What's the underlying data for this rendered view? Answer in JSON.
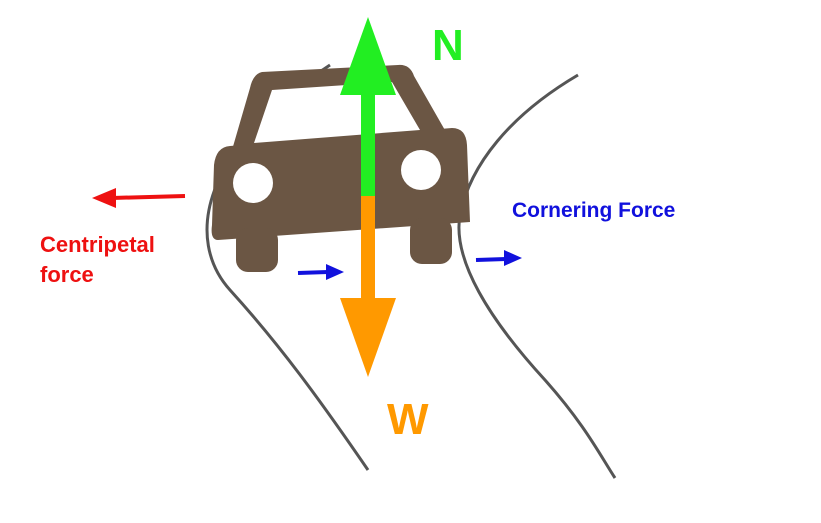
{
  "colors": {
    "car": "#6b5644",
    "normal": "#22ee22",
    "weight": "#ff9900",
    "centripetal": "#ee1111",
    "cornering": "#1111dd",
    "road": "#555555",
    "wheel_hub": "#ffffff"
  },
  "labels": {
    "normal": "N",
    "weight": "W",
    "centripetal_line1": "Centripetal",
    "centripetal_line2": "force",
    "cornering": "Cornering Force"
  }
}
